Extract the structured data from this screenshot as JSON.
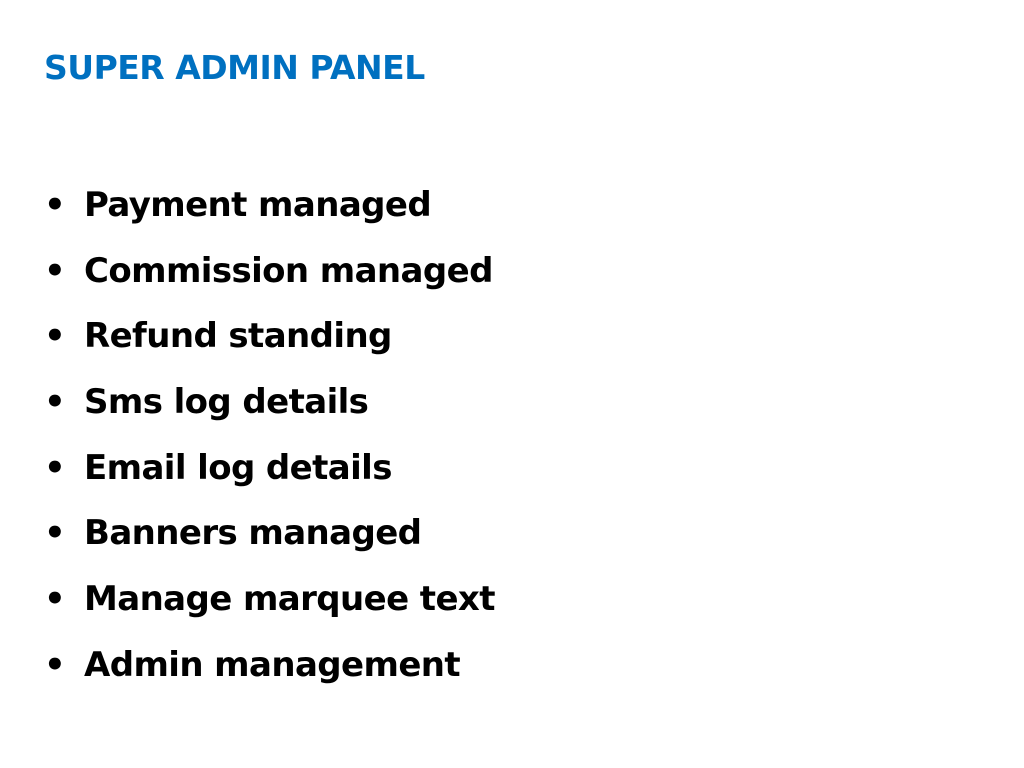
{
  "slide": {
    "title": "SUPER ADMIN PANEL",
    "bullet_glyph": "•",
    "items": [
      {
        "label": "Payment managed"
      },
      {
        "label": "Commission managed"
      },
      {
        "label": "Refund standing"
      },
      {
        "label": "Sms log details"
      },
      {
        "label": "Email log details"
      },
      {
        "label": "Banners managed"
      },
      {
        "label": "Manage marquee text"
      },
      {
        "label": "Admin management"
      }
    ]
  },
  "colors": {
    "title": "#0070c0",
    "text": "#000000",
    "background": "#ffffff"
  }
}
